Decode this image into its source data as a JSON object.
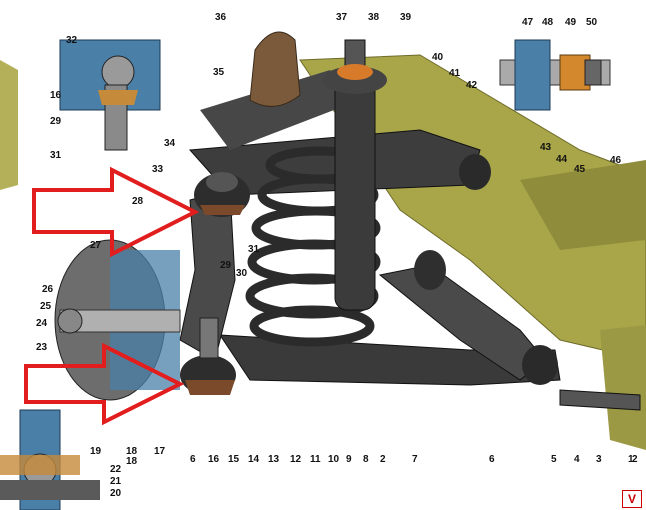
{
  "diagram": {
    "callouts": [
      "1",
      "2",
      "3",
      "4",
      "5",
      "6",
      "7",
      "8",
      "9",
      "10",
      "11",
      "12",
      "13",
      "14",
      "15",
      "16",
      "17",
      "18",
      "19",
      "20",
      "21",
      "22",
      "23",
      "24",
      "25",
      "26",
      "27",
      "28",
      "29",
      "30",
      "31",
      "32",
      "33",
      "34",
      "35",
      "36",
      "37",
      "38",
      "39",
      "40",
      "41",
      "42",
      "43",
      "44",
      "45",
      "46",
      "47",
      "48",
      "49",
      "50"
    ],
    "extra_callouts": [
      "6",
      "29",
      "31",
      "18",
      "16",
      "2"
    ],
    "corner_logo": "V",
    "arrow_color": "#e11d1d"
  }
}
